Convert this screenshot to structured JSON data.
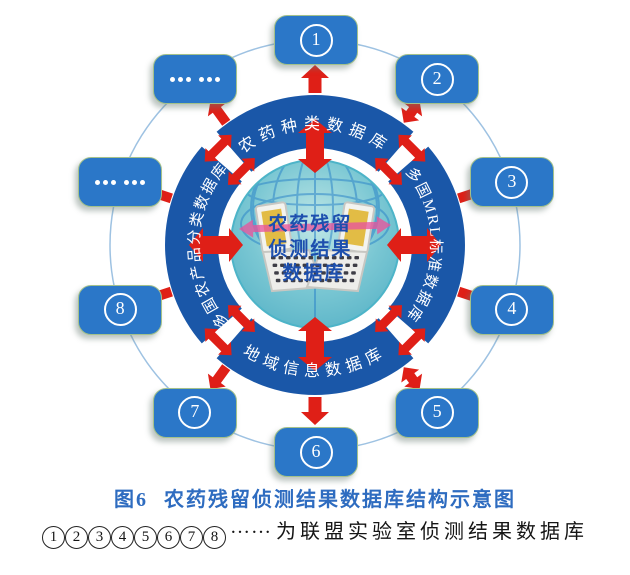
{
  "figure": {
    "center_label": {
      "line1": "农药残留",
      "line2": "侦测结果",
      "line3": "数据库"
    },
    "ring_labels": {
      "top": "农药种类数据库",
      "right": "多国MRL标准数据库",
      "bottom": "地域信息数据库",
      "left": "多国农产品分类数据库"
    },
    "outer_nodes": [
      {
        "id": "1",
        "kind": "circled",
        "label": "1"
      },
      {
        "id": "2",
        "kind": "circled",
        "label": "2"
      },
      {
        "id": "3",
        "kind": "circled",
        "label": "3"
      },
      {
        "id": "4",
        "kind": "circled",
        "label": "4"
      },
      {
        "id": "5",
        "kind": "circled",
        "label": "5"
      },
      {
        "id": "6",
        "kind": "circled",
        "label": "6"
      },
      {
        "id": "7",
        "kind": "circled",
        "label": "7"
      },
      {
        "id": "8",
        "kind": "circled",
        "label": "8"
      },
      {
        "id": "dots-left",
        "kind": "dots",
        "label": "……"
      },
      {
        "id": "dots-top-left",
        "kind": "dots",
        "label": "……"
      }
    ]
  },
  "caption": {
    "fig_label": "图6",
    "title": "农药残留侦测结果数据库结构示意图",
    "note_numbers": [
      "1",
      "2",
      "3",
      "4",
      "5",
      "6",
      "7",
      "8"
    ],
    "note_dots": "……",
    "note_text": "为联盟实验室侦测结果数据库"
  },
  "colors": {
    "node_blue": "#2b77c8",
    "ring_blue": "#1a57a8",
    "arrow_red": "#df1f17",
    "link_pink": "#e254a0",
    "center_teal": "#79c6d2",
    "center_text_blue": "#1d4fae",
    "caption_blue": "#2e6cc0",
    "connector_circle": "#9ec2e2"
  }
}
